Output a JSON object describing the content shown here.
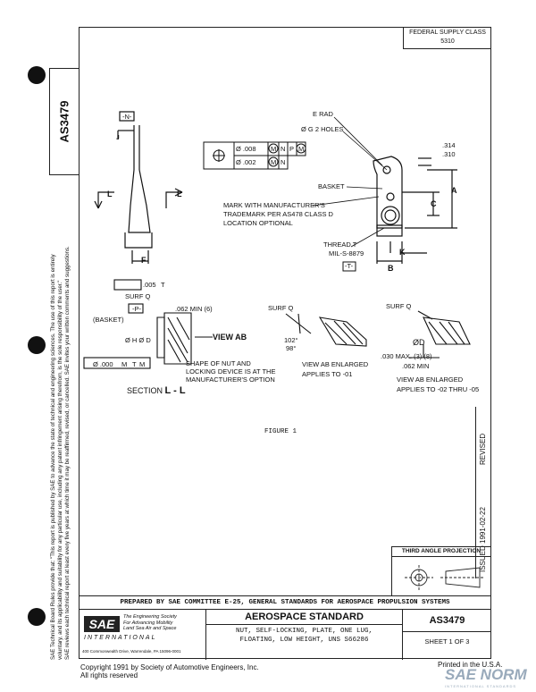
{
  "side_tab": {
    "doc_id": "AS3479"
  },
  "side_notice": [
    "SAE Technical Board Rules provide that: \"This report is published by SAE to advance the state of technical and engineering sciences. The use of this report is entirely",
    "voluntary, and its applicability and suitability for any particular use, including any patent infringement arising therefrom, is the sole responsibility of the user.\"",
    "SAE reviews each technical report at least every five years at which time it may be reaffirmed, revised, or cancelled. SAE invites your written comments and suggestions."
  ],
  "federal_supply": {
    "label": "FEDERAL SUPPLY CLASS",
    "code": "5310"
  },
  "datum_n": "-N-",
  "datum_p": "-P-",
  "datum_t": "-T-",
  "labels": {
    "j": "J",
    "l_left": "L",
    "l_right": "L",
    "f": "F",
    "e_rad": "E RAD",
    "g_holes": "Ø G  2 HOLES",
    "fcf1_tol": "Ø .008",
    "fcf1_m": "M",
    "fcf1_n": "N",
    "fcf1_p": "P",
    "fcf1_pm": "M",
    "fcf2_tol": "Ø .002",
    "fcf2_m": "M",
    "fcf2_n": "N",
    "dim_314": ".314",
    "dim_310": ".310",
    "basket": "BASKET",
    "mark": "MARK WITH MANUFACTURER'S",
    "mark2": "TRADEMARK PER AS478 CLASS D",
    "mark3": "LOCATION OPTIONAL",
    "a": "A",
    "c": "C",
    "thread": "THREAD  T",
    "mil": "MIL-S-8879",
    "k": "K",
    "b": "B",
    "flat_tol": ".005",
    "flat_t": "T",
    "surf_q": "SURF Q",
    "min_062": ".062 MIN (6)",
    "basket_paren": "(BASKET)",
    "h_d": "Ø H  Ø D",
    "view_ab": "VIEW AB",
    "pos_tol": "Ø .000",
    "pos_m": "M",
    "pos_t": "T",
    "pos_tm": "M",
    "shape1": "SHAPE OF NUT AND",
    "shape2": "LOCKING DEVICE IS AT THE",
    "shape3": "MANUFACTURER'S OPTION",
    "section": "SECTION",
    "section_ll": "L - L",
    "surf_q_mid": "SURF Q",
    "ang_102": "102°",
    "ang_98": "98°",
    "view_ab_enl": "VIEW AB ENLARGED",
    "applies_01": "APPLIES TO -01",
    "surf_q_right": "SURF Q",
    "dia_d": "ØD",
    "max_030": ".030 MAX. (3) (8)",
    "min_062b": ".062 MIN",
    "view_ab_enl2": "VIEW AB ENLARGED",
    "applies_02": "APPLIES TO -02 THRU -05"
  },
  "figure_caption": "FIGURE 1",
  "revision": {
    "revised": "REVISED",
    "issued": "ISSUED 1991-02-22"
  },
  "third_angle": "THIRD ANGLE PROJECTION",
  "title_block": {
    "prepared": "PREPARED BY SAE COMMITTEE E-25, GENERAL STANDARDS FOR AEROSPACE PROPULSION SYSTEMS",
    "logo": "SAE",
    "tagline": [
      "The Engineering Society",
      "For Advancing Mobility",
      "Land Sea Air and Space"
    ],
    "international": "INTERNATIONAL",
    "address": "400 Commonwealth Drive, Warrendale, PA 15096-0001",
    "category": "AEROSPACE STANDARD",
    "title_line1": "NUT, SELF-LOCKING, PLATE, ONE LUG,",
    "title_line2": "FLOATING, LOW HEIGHT, UNS S66286",
    "doc_number": "AS3479",
    "sheet": "SHEET 1 OF 3"
  },
  "copyright": {
    "line1": "Copyright 1991 by Society of Automotive Engineers, Inc.",
    "line2": "All rights reserved"
  },
  "printed": "Printed in the U.S.A.",
  "watermark": {
    "main": "SAE NORM",
    "sub": "INTERNATIONAL STANDARDS"
  }
}
